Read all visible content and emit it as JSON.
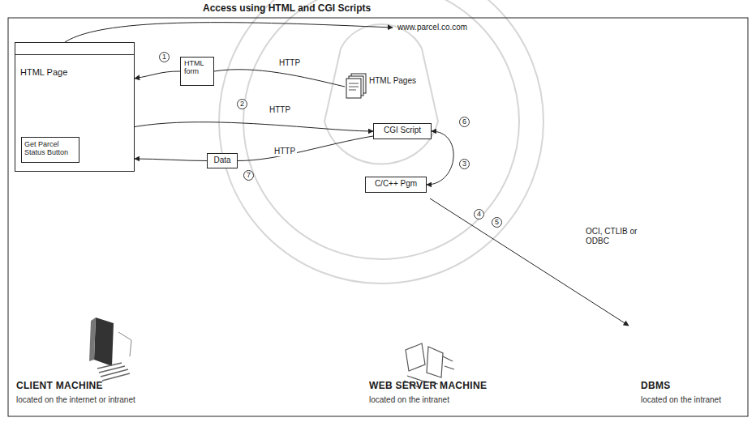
{
  "diagram": {
    "title": "Access using HTML and CGI Scripts",
    "nodes": [
      {
        "text": [
          "HTML Page"
        ]
      },
      {
        "text": [
          "Get Parcel Status Button"
        ],
        "in": 0
      },
      {
        "text": [
          "HTML form"
        ]
      },
      {
        "text": [
          "HTML Pages"
        ]
      },
      {
        "text": [
          "CGI Script"
        ]
      },
      {
        "text": [
          "Data"
        ]
      },
      {
        "text": [
          "C/C++ Pgm"
        ]
      }
    ],
    "edges": [
      {
        "from": 3,
        "to": 2,
        "label": "HTTP",
        "arrow": "none"
      },
      {
        "from": 2,
        "to": 0,
        "arrow": "to"
      },
      {
        "from": 1,
        "to": 4,
        "label": "HTTP",
        "arrow": "to"
      },
      {
        "from": 4,
        "to": 5,
        "label": "HTTP",
        "arrow": "none"
      },
      {
        "from": 5,
        "to": 0,
        "arrow": "to"
      },
      {
        "from": 4,
        "to": 6,
        "arrow": "both"
      }
    ],
    "labels": [
      "www.parcel.co.com",
      "1",
      "2",
      "3",
      "4",
      "5",
      "6",
      "7",
      "OCI, CTLIB or ODBC",
      "CLIENT MACHINE",
      "located on the internet or intranet",
      "WEB SERVER MACHINE",
      "located on the intranet",
      "DBMS",
      "located on the intranet"
    ]
  }
}
